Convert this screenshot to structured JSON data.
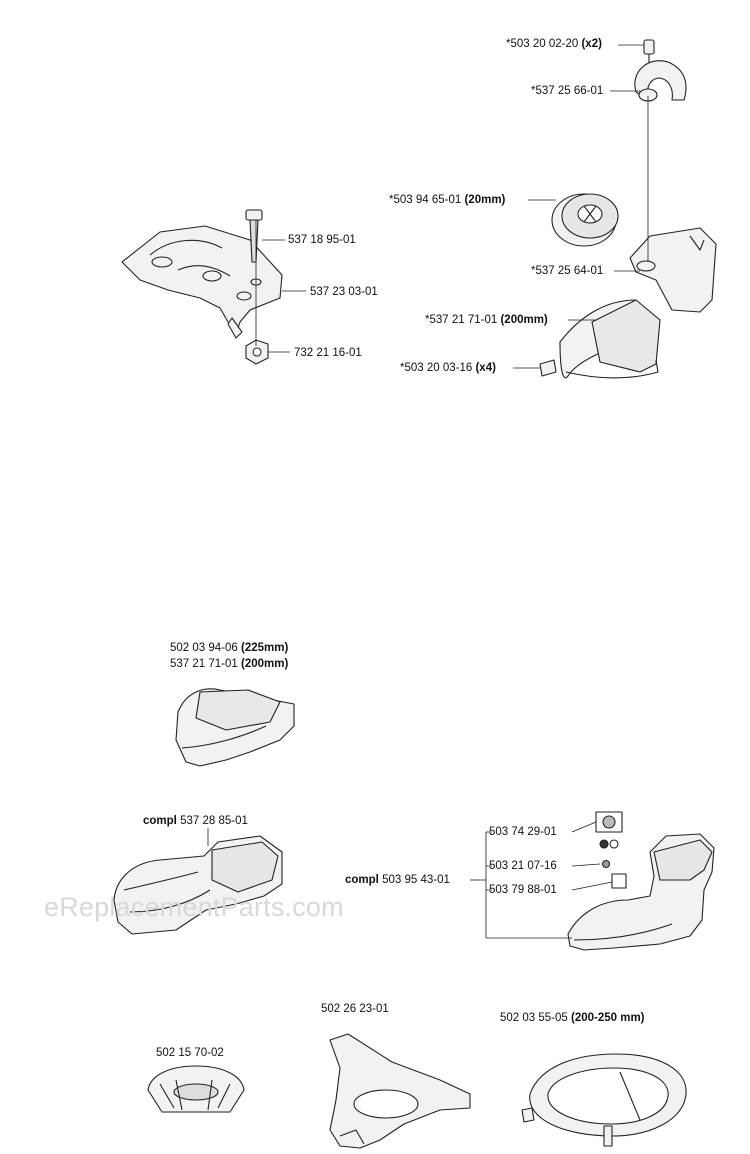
{
  "watermark": "eReplacementParts.com",
  "groups": {
    "top_left": {
      "labels": [
        {
          "part": "537 18 95-01",
          "note": ""
        },
        {
          "part": "537 23 03-01",
          "note": ""
        },
        {
          "part": "732 21 16-01",
          "note": ""
        }
      ]
    },
    "top_right": {
      "labels": [
        {
          "part": "*503 20 02-20",
          "note": "(x2)"
        },
        {
          "part": "*537 25 66-01",
          "note": ""
        },
        {
          "part": "*503 94 65-01",
          "note": "(20mm)"
        },
        {
          "part": "*537 25 64-01",
          "note": ""
        },
        {
          "part": "*537 21 71-01",
          "note": "(200mm)"
        },
        {
          "part": "*503 20 03-16",
          "note": "(x4)"
        }
      ]
    },
    "guard_alt": {
      "labels": [
        {
          "part": "502 03 94-06",
          "note": "(225mm)"
        },
        {
          "part": "537 21 71-01",
          "note": "(200mm)"
        }
      ]
    },
    "compl_left": {
      "prefix": "compl",
      "part": "537 28 85-01"
    },
    "compl_right": {
      "prefix": "compl",
      "part": "503 95 43-01",
      "labels": [
        {
          "part": "503 74 29-01",
          "note": ""
        },
        {
          "part": "503 21 07-16",
          "note": ""
        },
        {
          "part": "503 79 88-01",
          "note": ""
        }
      ]
    },
    "bottom": {
      "labels": [
        {
          "part": "502 15 70-02",
          "note": ""
        },
        {
          "part": "502 26 23-01",
          "note": ""
        },
        {
          "part": "502 03 55-05",
          "note": "(200-250 mm)"
        }
      ]
    }
  }
}
